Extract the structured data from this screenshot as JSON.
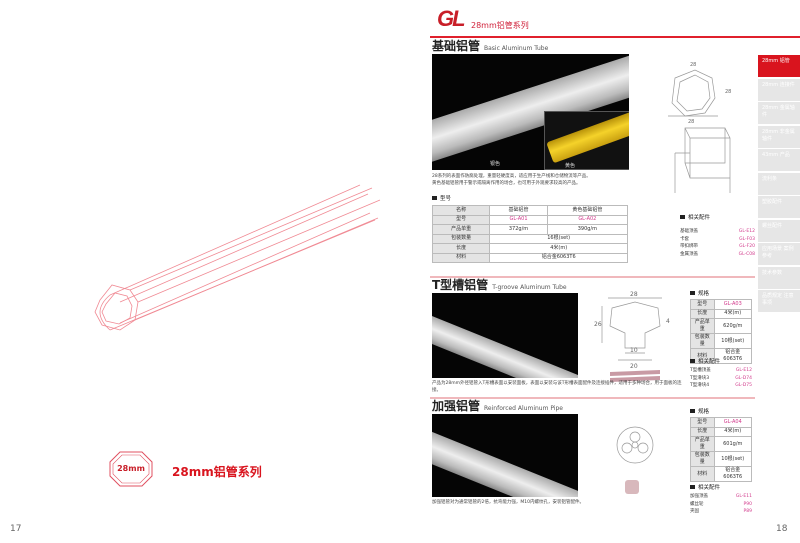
{
  "left_page": {
    "series_badge": "28mm",
    "series_title": "28mm铝管系列",
    "page_number": "17"
  },
  "header": {
    "logo": "GL",
    "subtitle": "28mm铝管系列"
  },
  "sidebar": {
    "items": [
      {
        "label": "28mm 铝管",
        "active": true
      },
      {
        "label": "28mm 连接件"
      },
      {
        "label": "28mm 金属轴件"
      },
      {
        "label": "28mm 非金属轴件"
      },
      {
        "label": "43mm 产品"
      },
      {
        "label": "流利条"
      },
      {
        "label": "塑胶配件"
      },
      {
        "label": "螺丝配件"
      },
      {
        "label": "应用场景 案例参考"
      },
      {
        "label": "技术参数"
      },
      {
        "label": "品质规定 注意事项"
      }
    ]
  },
  "basic": {
    "title": "基础铝管",
    "title_en": "Basic Aluminum Tube",
    "silver_label": "银色",
    "yellow_label": "黄色",
    "notes": [
      "28系列的表面作防腐处理，重量轻硬度高，适应用于生产线和仓储物流等产品。",
      "黄色基础铝管用于警示或隔离作用的场合，也可用于外观要求较高的产品。"
    ],
    "dims": {
      "a": "28",
      "b": "28",
      "c": "28"
    },
    "spec_heading": "型号",
    "table": {
      "rows": [
        [
          "名称",
          "基础铝管",
          "黄色基础铝管"
        ],
        [
          "型号",
          "GL-A01",
          "GL-A02"
        ],
        [
          "产品单重",
          "372g/m",
          "390g/m"
        ],
        [
          "包装数量",
          "16根(set)"
        ],
        [
          "长度",
          "4米(m)"
        ],
        [
          "材料",
          "铝合金6063T6"
        ]
      ]
    },
    "acc_heading": "相关配件",
    "accessories": [
      [
        "基础顶盖",
        "GL-E12"
      ],
      [
        "卡套",
        "GL-F03"
      ],
      [
        "带扣绑带",
        "GL-F20"
      ],
      [
        "金属顶盖",
        "GL-C08"
      ]
    ]
  },
  "tgroove": {
    "title": "T型槽铝管",
    "title_en": "T-groove Aluminum Tube",
    "notes": [
      "产品为28mm外径铝管入T形槽表面以安装面板，表面以安装与该T形槽表面配件及连接插件，适用于多种场合，用于面板的连接。"
    ],
    "dims": {
      "w": "28",
      "h": "26",
      "slot": "10",
      "base": "20",
      "d": "4"
    },
    "spec_heading": "规格",
    "table": [
      [
        "型号",
        "GL-A03"
      ],
      [
        "长度",
        "4米(m)"
      ],
      [
        "产品单重",
        "620g/m"
      ],
      [
        "包装数量",
        "10根(set)"
      ],
      [
        "材料",
        "铝合金6063T6"
      ]
    ],
    "acc_heading": "相关配件",
    "accessories": [
      [
        "T型槽顶盖",
        "GL-E12"
      ],
      [
        "T型滑块3",
        "GL-D74"
      ],
      [
        "T型滑块4",
        "GL-D75"
      ]
    ]
  },
  "reinforced": {
    "title": "加强铝管",
    "title_en": "Reinforced Aluminum Pipe",
    "notes": [
      "加强铝管对为通常铝管的2倍，抗弯能力强，M10内螺纹孔，安装铝管配件。"
    ],
    "spec_heading": "规格",
    "table": [
      [
        "型号",
        "GL-A04"
      ],
      [
        "长度",
        "4米(m)"
      ],
      [
        "产品单重",
        "601g/m"
      ],
      [
        "包装数量",
        "10根(set)"
      ],
      [
        "材料",
        "铝合金6063T6"
      ]
    ],
    "acc_heading": "相关配件",
    "accessories": [
      [
        "加强顶盖",
        "GL-E11"
      ],
      [
        "螺丝轮",
        "P90"
      ],
      [
        "夹固",
        "P89"
      ]
    ]
  },
  "right_page_number": "18",
  "colors": {
    "brand_red": "#d9141e",
    "accent_magenta": "#d23a8c"
  }
}
